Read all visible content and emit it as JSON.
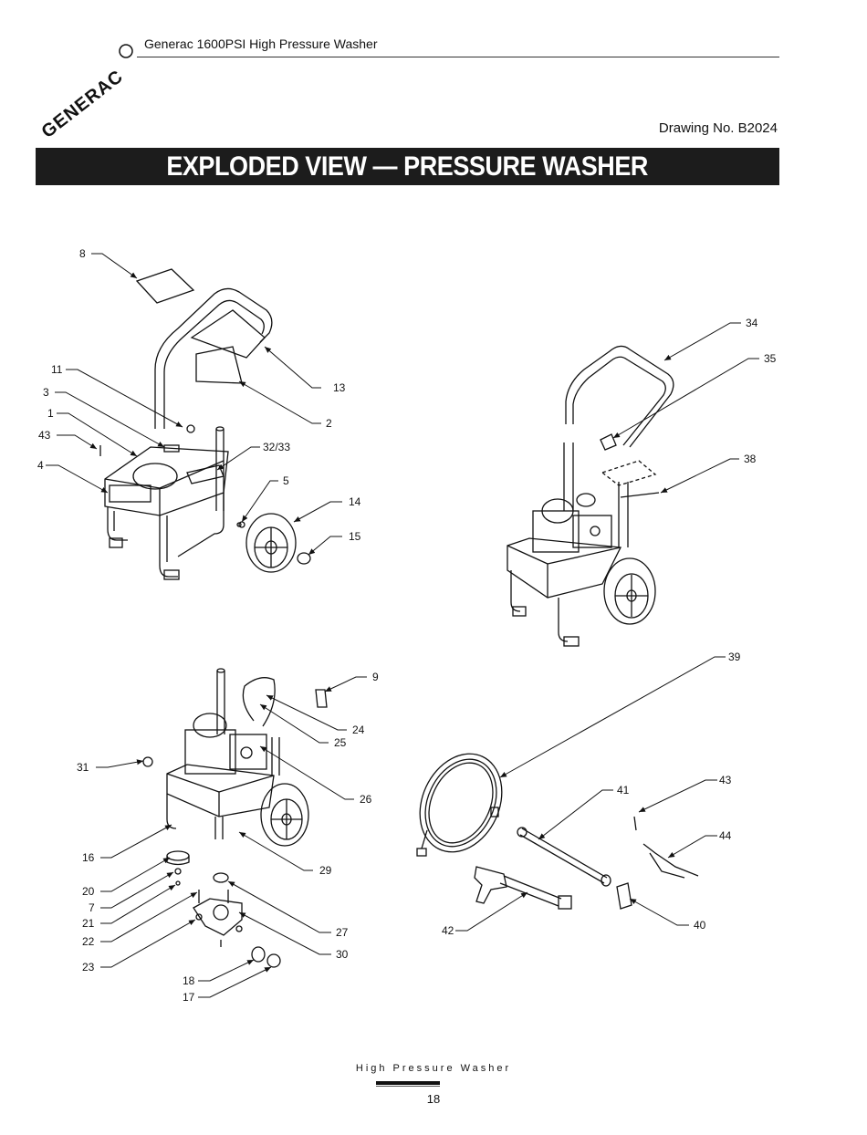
{
  "header": {
    "brand": "GENERAC",
    "title": "Generac 1600PSI  High Pressure Washer",
    "drawing_no": "Drawing No. B2024"
  },
  "banner": {
    "title": "EXPLODED VIEW — PRESSURE WASHER"
  },
  "callouts": {
    "c1": "1",
    "c2": "2",
    "c3": "3",
    "c4": "4",
    "c5": "5",
    "c7": "7",
    "c8": "8",
    "c9": "9",
    "c11": "11",
    "c13": "13",
    "c14": "14",
    "c15": "15",
    "c16": "16",
    "c17": "17",
    "c18": "18",
    "c20": "20",
    "c21": "21",
    "c22": "22",
    "c23": "23",
    "c24": "24",
    "c25": "25",
    "c26": "26",
    "c27": "27",
    "c29": "29",
    "c30": "30",
    "c31": "31",
    "c32_33": "32/33",
    "c34": "34",
    "c35": "35",
    "c38": "38",
    "c39": "39",
    "c40": "40",
    "c41": "41",
    "c42": "42",
    "c43a": "43",
    "c43b": "43",
    "c44": "44"
  },
  "footer": {
    "text": "High Pressure Washer",
    "page": "18"
  }
}
